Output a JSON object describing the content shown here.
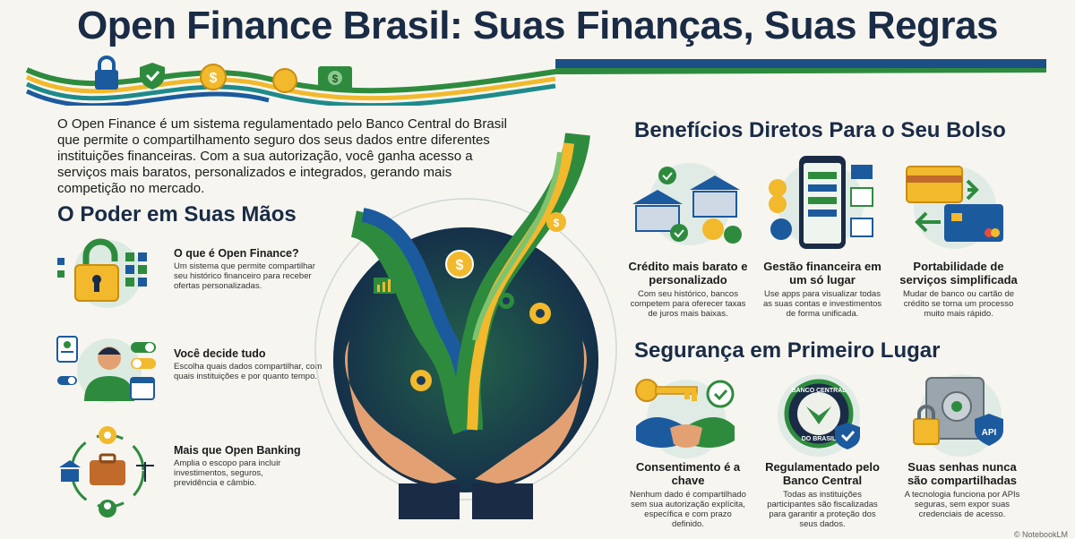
{
  "title": "Open Finance Brasil: Suas Finanças, Suas Regras",
  "intro": "O Open Finance é um sistema regulamentado pelo Banco Central do Brasil que permite o compartilhamento seguro dos seus dados entre diferentes instituições financeiras. Com a sua autorização, você ganha acesso a serviços mais baratos, personalizados e integrados, gerando mais competição no mercado.",
  "poder": {
    "heading": "O Poder em Suas Mãos",
    "items": [
      {
        "title": "O que é Open Finance?",
        "desc": "Um sistema que permite compartilhar seu histórico financeiro para receber ofertas personalizadas.",
        "icon": "padlock-icon"
      },
      {
        "title": "Você decide tudo",
        "desc": "Escolha quais dados compartilhar, com quais instituições e por quanto tempo.",
        "icon": "person-toggles-icon"
      },
      {
        "title": "Mais que Open Banking",
        "desc": "Amplia o escopo para incluir investimentos, seguros, previdência e câmbio.",
        "icon": "briefcase-cycle-icon"
      }
    ]
  },
  "beneficios": {
    "heading": "Benefícios Diretos Para o Seu Bolso",
    "items": [
      {
        "title": "Crédito mais barato e personalizado",
        "desc": "Com seu histórico, bancos competem para oferecer taxas de juros mais baixas.",
        "icon": "banks-icon"
      },
      {
        "title": "Gestão financeira em um só lugar",
        "desc": "Use apps para visualizar todas as suas contas e investimentos de forma unificada.",
        "icon": "phone-app-icon"
      },
      {
        "title": "Portabilidade de serviços simplificada",
        "desc": "Mudar de banco ou cartão de crédito se torna um processo muito mais rápido.",
        "icon": "cards-swap-icon"
      }
    ]
  },
  "seguranca": {
    "heading": "Segurança em Primeiro Lugar",
    "items": [
      {
        "title": "Consentimento é a chave",
        "desc": "Nenhum dado é compartilhado sem sua autorização explícita, específica e com prazo definido.",
        "icon": "key-handshake-icon"
      },
      {
        "title": "Regulamentado pelo Banco Central",
        "desc": "Todas as instituições participantes são fiscalizadas para garantir a proteção dos seus dados.",
        "icon": "central-bank-seal-icon",
        "seal_text_top": "BANCO CENTRAL",
        "seal_text_bottom": "DO BRASIL"
      },
      {
        "title": "Suas senhas nunca são compartilhadas",
        "desc": "A tecnologia funciona por APIs seguras, sem expor suas credenciais de acesso.",
        "icon": "safe-api-icon",
        "badge_text": "API"
      }
    ]
  },
  "watermark": "© NotebookLM",
  "colors": {
    "navy": "#1a2b45",
    "green": "#2e8b3e",
    "teal": "#1f8a8a",
    "yellow": "#f2b92c",
    "blue": "#1c5a9e",
    "skin": "#e3a173"
  }
}
